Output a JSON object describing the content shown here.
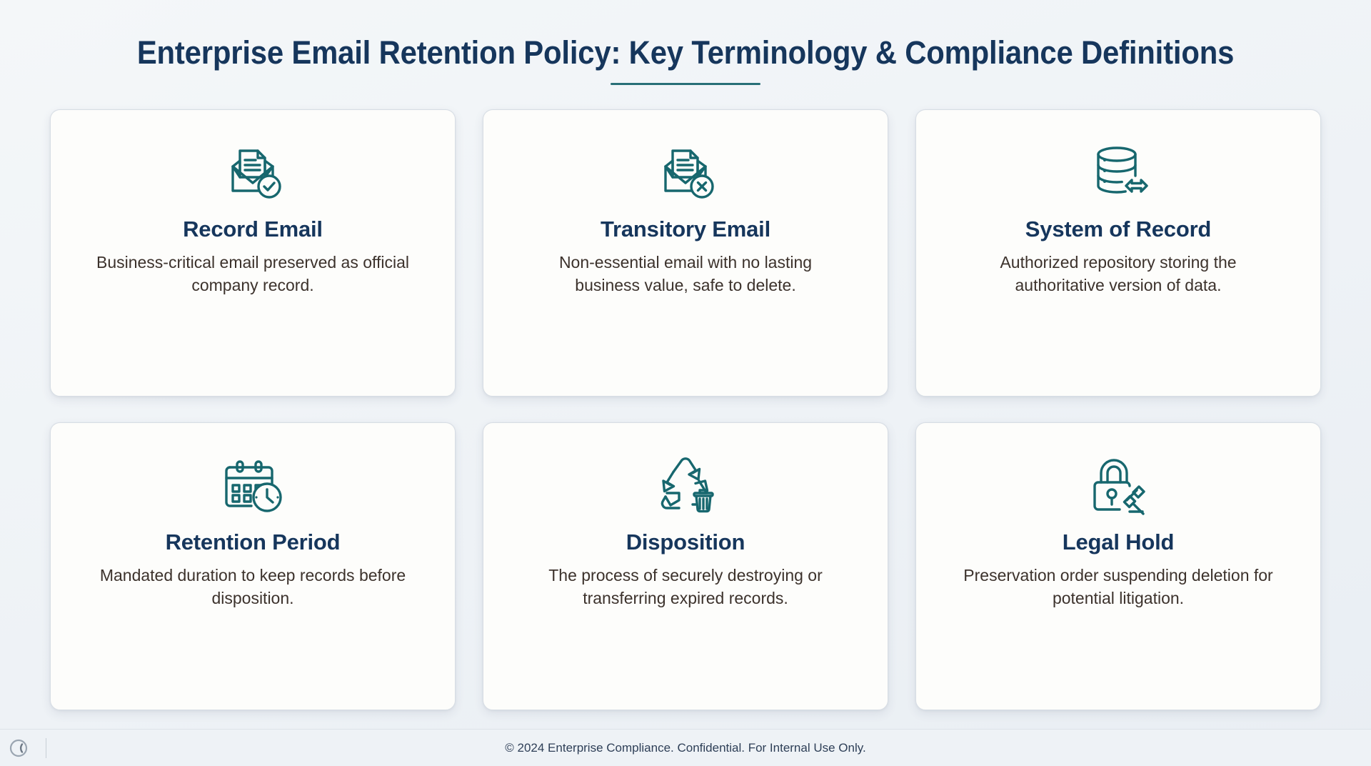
{
  "slide": {
    "title": "Enterprise Email Retention Policy: Key Terminology & Compliance Definitions",
    "accent_color": "#17636b",
    "title_color": "#16365c",
    "background_color": "#eef2f6",
    "card_background": "#fdfdfb",
    "body_text_color": "#3c322c"
  },
  "cards": [
    {
      "icon": "envelope-document-check-icon",
      "title": "Record Email",
      "desc": "Business-critical email preserved as official company record."
    },
    {
      "icon": "envelope-document-x-icon",
      "title": "Transitory Email",
      "desc": "Non-essential email with no lasting business value, safe to delete."
    },
    {
      "icon": "database-transfer-icon",
      "title": "System of Record",
      "desc": "Authorized repository storing the authoritative version of data."
    },
    {
      "icon": "calendar-clock-icon",
      "title": "Retention Period",
      "desc": "Mandated duration to keep records before disposition."
    },
    {
      "icon": "recycle-trash-icon",
      "title": "Disposition",
      "desc": "The process of securely destroying or transferring expired records."
    },
    {
      "icon": "lock-gavel-icon",
      "title": "Legal Hold",
      "desc": "Preservation order suspending deletion for potential litigation."
    }
  ],
  "footer": {
    "copyright": "© 2024 Enterprise Compliance. Confidential. For Internal Use Only.",
    "logo": "letter-c-logo"
  }
}
